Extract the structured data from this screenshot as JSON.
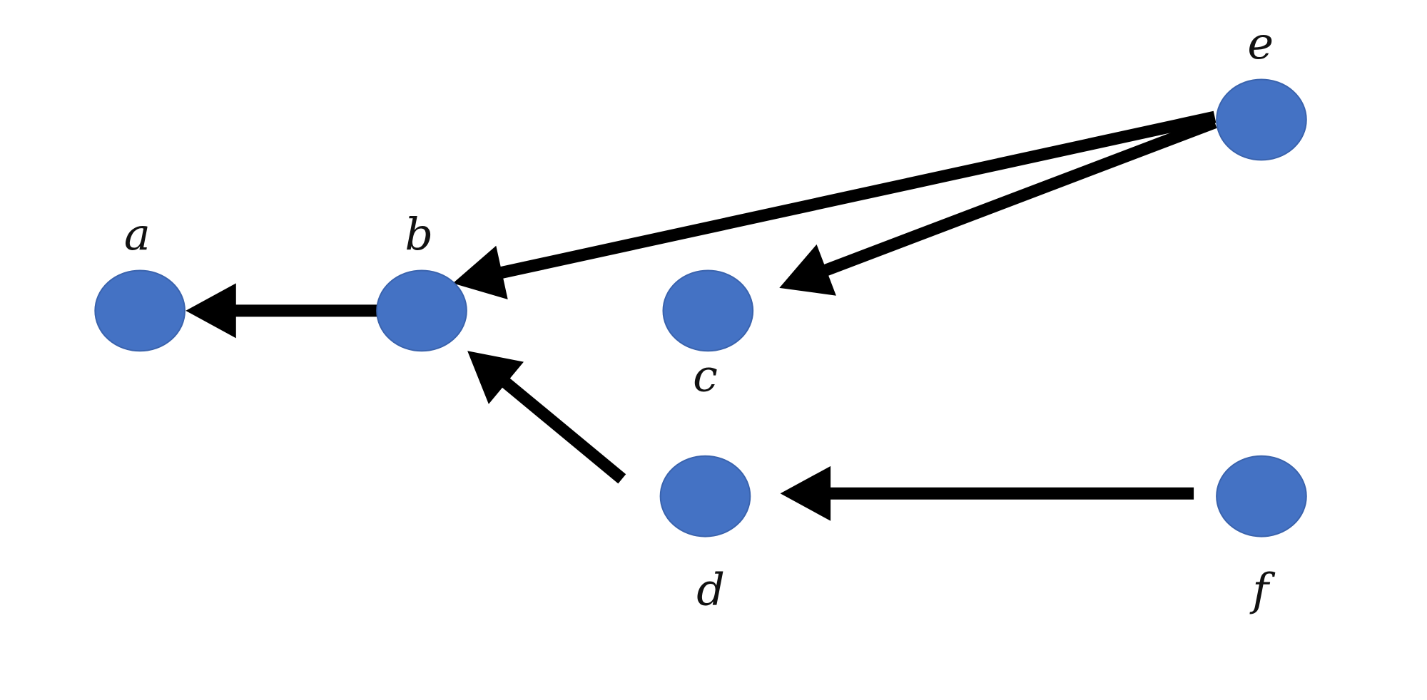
{
  "diagram": {
    "type": "directed-graph",
    "node_color": "#4472C4",
    "edge_color": "#000000",
    "nodes": [
      {
        "id": "a",
        "label": "a"
      },
      {
        "id": "b",
        "label": "b"
      },
      {
        "id": "c",
        "label": "c"
      },
      {
        "id": "d",
        "label": "d"
      },
      {
        "id": "e",
        "label": "e"
      },
      {
        "id": "f",
        "label": "f"
      }
    ],
    "edges": [
      {
        "from": "b",
        "to": "a"
      },
      {
        "from": "e",
        "to": "b"
      },
      {
        "from": "e",
        "to": "c"
      },
      {
        "from": "d",
        "to": "b"
      },
      {
        "from": "f",
        "to": "d"
      }
    ]
  }
}
